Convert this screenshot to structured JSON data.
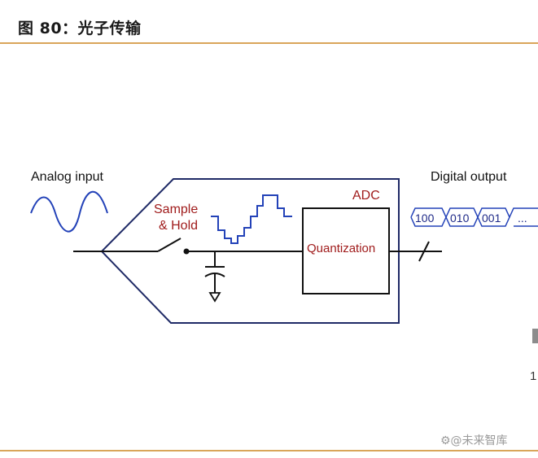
{
  "figure": {
    "title": "图 80：光子传输",
    "watermark": "⚙@未来智库",
    "edge_text": "1"
  },
  "diagram": {
    "analog_label": "Analog input",
    "digital_label": "Digital output",
    "adc_label": "ADC",
    "sample_hold_line1": "Sample",
    "sample_hold_line2": "& Hold",
    "quantization_label": "Quantization",
    "bits": [
      "100",
      "010",
      "001",
      "..."
    ]
  },
  "colors": {
    "outline": "#1f2a66",
    "signal": "#2342b8",
    "label_red": "#a01c1c",
    "rule": "#d9a55a"
  }
}
